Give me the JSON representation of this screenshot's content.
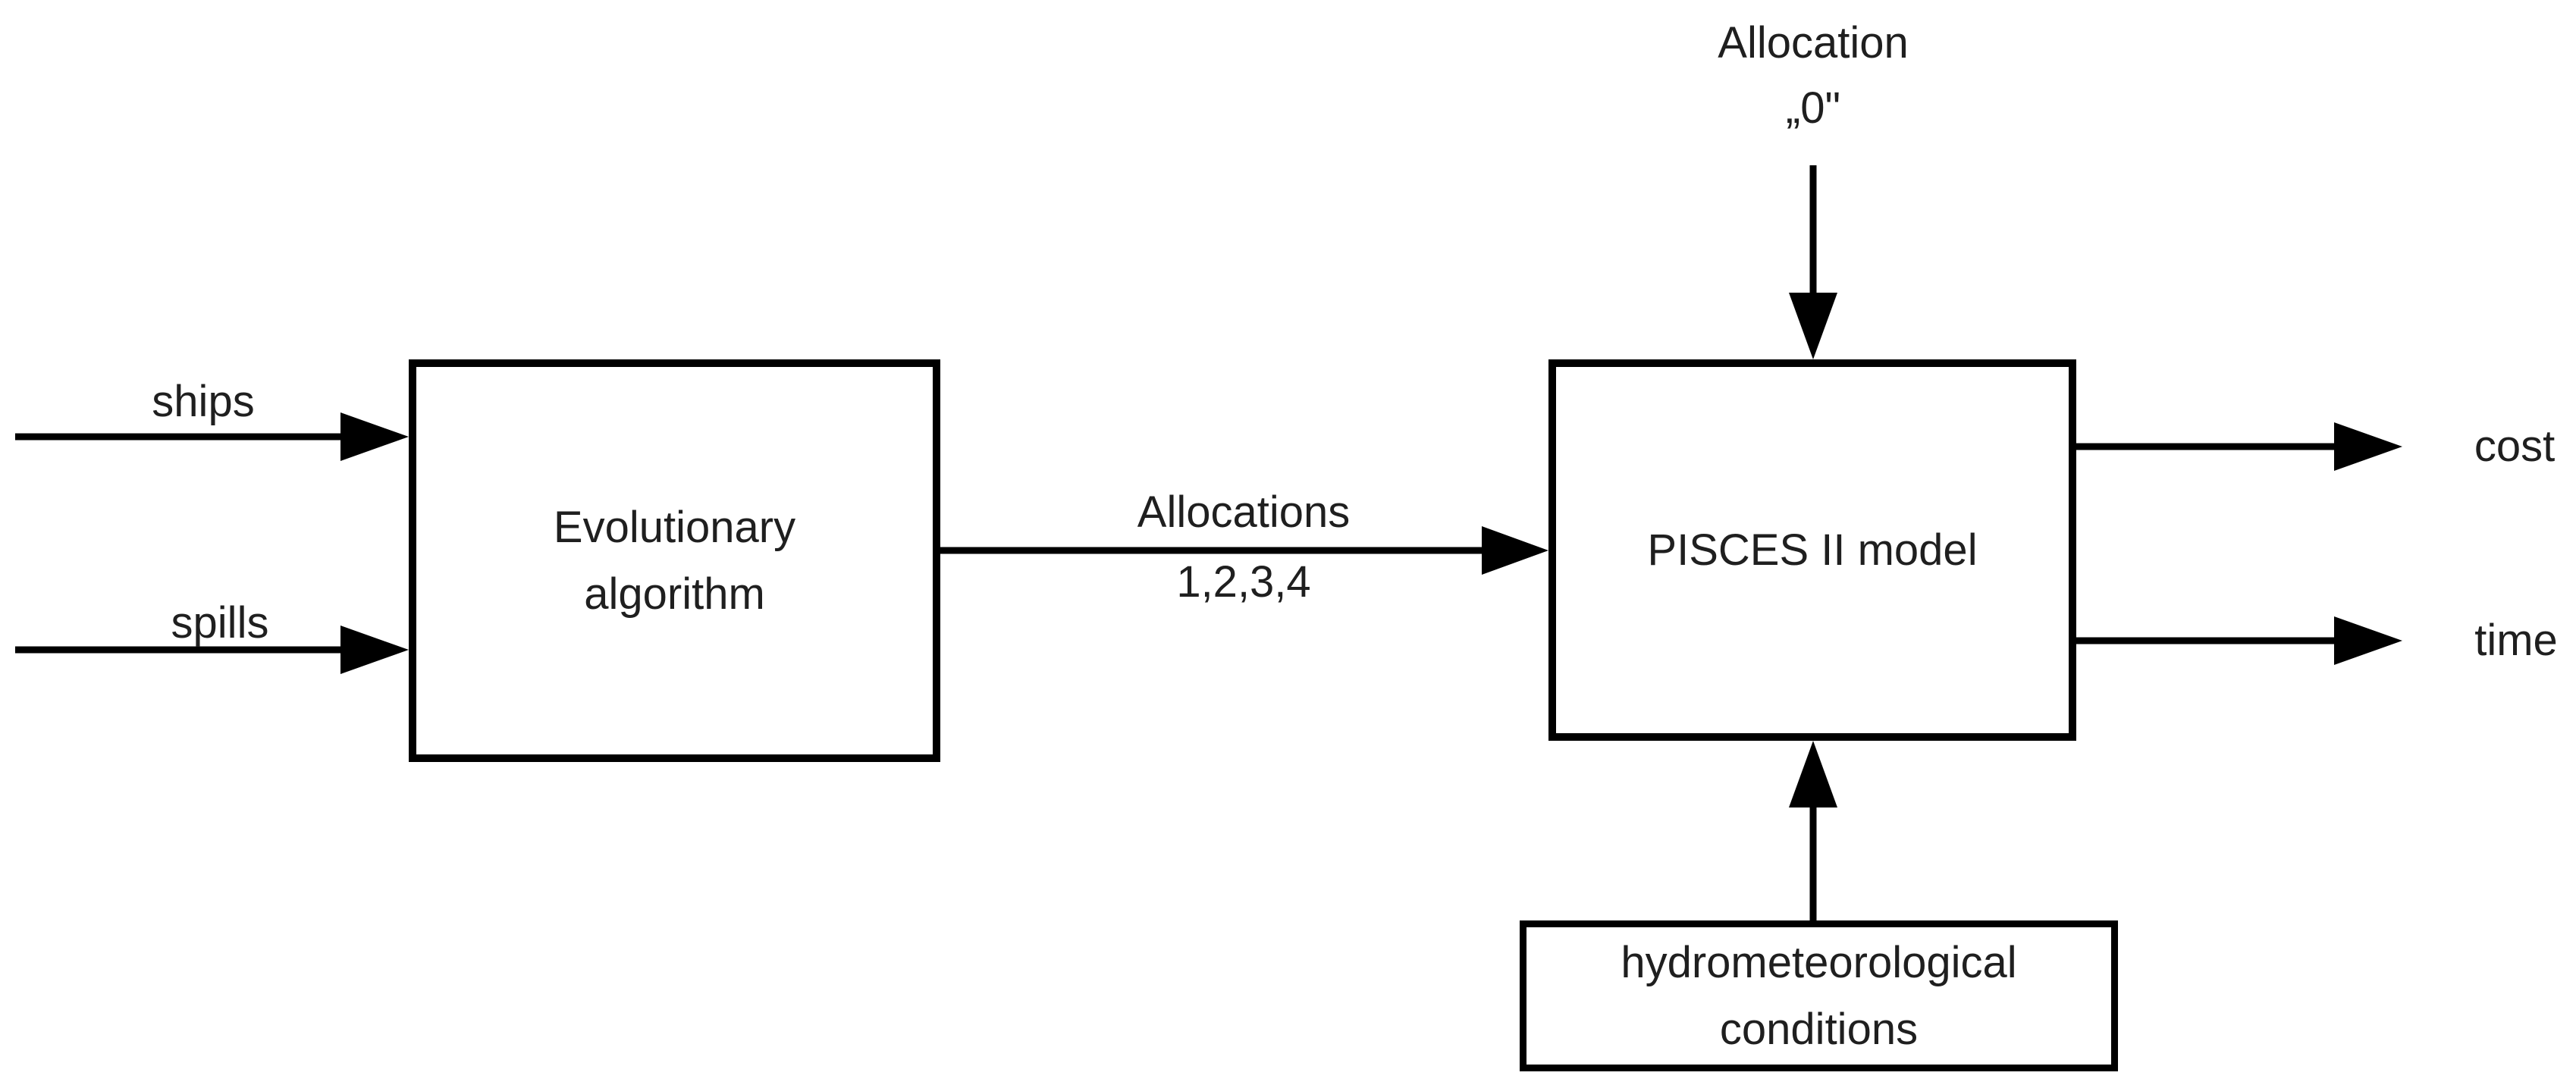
{
  "boxes": {
    "evolutionary": {
      "line1": "Evolutionary",
      "line2": "algorithm"
    },
    "pisces": {
      "label": "PISCES II model"
    },
    "hydro": {
      "line1": "hydrometeorological",
      "line2": "conditions"
    }
  },
  "arrow_labels": {
    "ships": "ships",
    "spills": "spills",
    "allocations_line1": "Allocations",
    "allocations_line2": "1,2,3,4",
    "allocation_zero_line1": "Allocation",
    "allocation_zero_line2": "„0\"",
    "cost": "cost",
    "time": "time"
  },
  "colors": {
    "line": "#000000",
    "text": "#1f1f1f",
    "background": "#ffffff"
  }
}
